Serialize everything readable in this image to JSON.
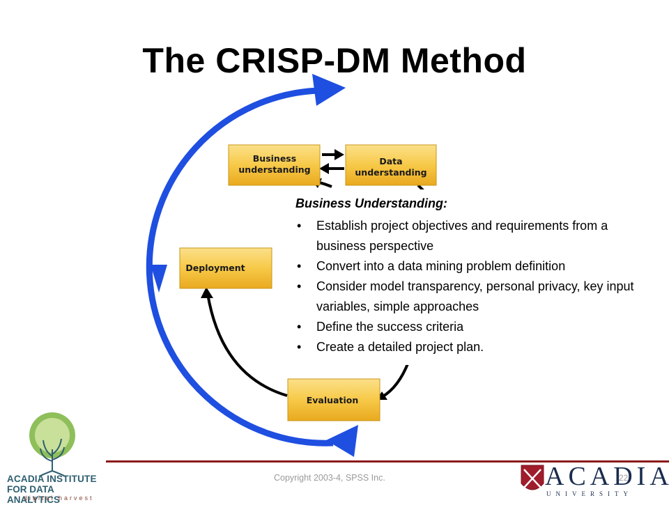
{
  "slide": {
    "title": "The CRISP-DM Method",
    "copyright": "Copyright 2003-4, SPSS Inc.",
    "page_number": "22"
  },
  "diagram": {
    "boxes": {
      "business_understanding": [
        "Business",
        "understanding"
      ],
      "data_understanding": [
        "Data",
        "understanding"
      ],
      "deployment": [
        "Deployment"
      ],
      "evaluation": [
        "Evaluation"
      ]
    },
    "colors": {
      "outer_cycle": "#1f4fe0",
      "box_fill": "#f7c948",
      "inner_arrows": "#000000"
    }
  },
  "callout": {
    "heading": "Business Understanding:",
    "bullets": [
      "Establish project objectives and requirements from a business perspective",
      "Convert into a data mining problem definition",
      "Consider model transparency, personal privacy, key input variables, simple approaches",
      "Define the success criteria",
      "Create a detailed project plan."
    ]
  },
  "logos": {
    "left": {
      "line1": "ACADIA INSTITUTE",
      "line2": "FOR DATA ANALYTICS",
      "tagline": "digital harvest"
    },
    "right": {
      "wordmark": "ACADIA",
      "subtitle": "UNIVERSITY"
    }
  }
}
